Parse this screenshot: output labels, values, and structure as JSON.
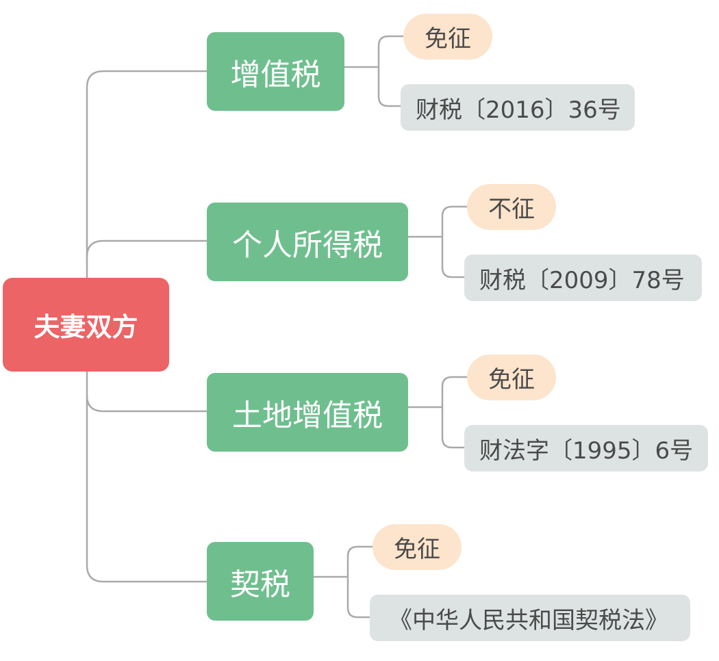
{
  "root": {
    "label": "夫妻双方"
  },
  "branches": [
    {
      "category": "增值税",
      "status": "免征",
      "reference": "财税〔2016〕36号"
    },
    {
      "category": "个人所得税",
      "status": "不征",
      "reference": "财税〔2009〕78号"
    },
    {
      "category": "土地增值税",
      "status": "免征",
      "reference": "财法字〔1995〕6号"
    },
    {
      "category": "契税",
      "status": "免征",
      "reference": "《中华人民共和国契税法》"
    }
  ],
  "colors": {
    "root": "#ec6466",
    "category": "#6fbf8e",
    "status_pill": "#fde4cc",
    "reference": "#dde3e2",
    "connector": "#a9a9a9"
  }
}
